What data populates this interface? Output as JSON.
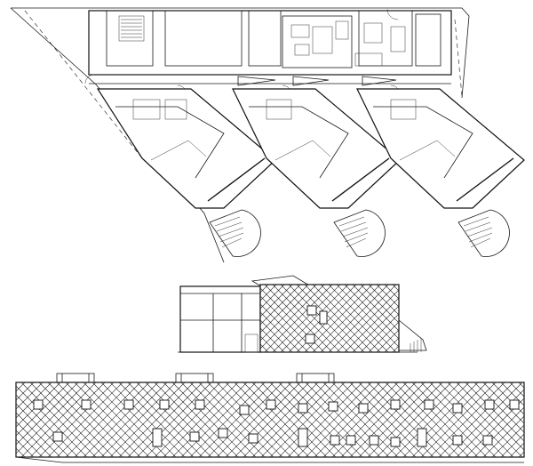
{
  "drawing": {
    "sheet": "architectural-plan-and-elevations",
    "views": [
      "floor-plan",
      "side-elevation",
      "long-elevation"
    ],
    "background": "#ffffff",
    "line_color": "#1a1a1a",
    "icons": [
      "stair-icon",
      "door-swing-icon",
      "lattice-facade-pattern"
    ],
    "plan_wing_count": 3,
    "long_elevation_roof_units": 3
  }
}
